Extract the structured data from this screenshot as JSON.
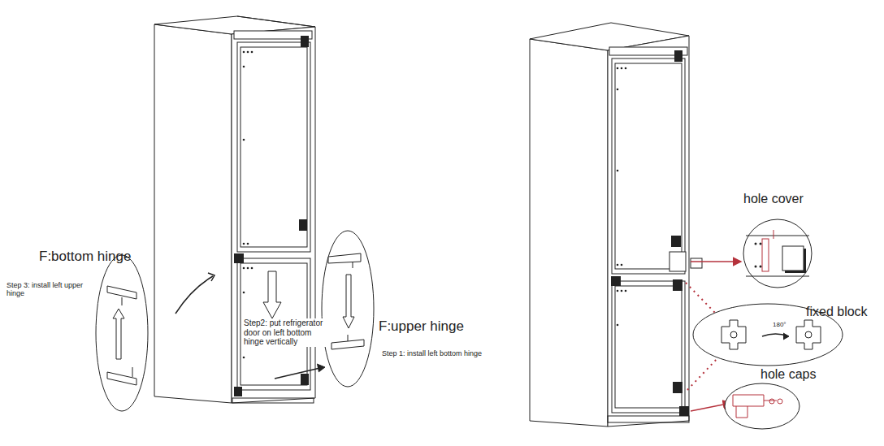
{
  "diagram": {
    "labels": [
      "F:bottom hinge",
      "Step 3: install left upper hinge",
      "Step2: put refrigerator door on left bottom hinge vertically",
      "F:upper hinge",
      "Step 1: install left bottom hinge",
      "hole cover",
      "fixed block",
      "180°",
      "hole caps"
    ]
  }
}
